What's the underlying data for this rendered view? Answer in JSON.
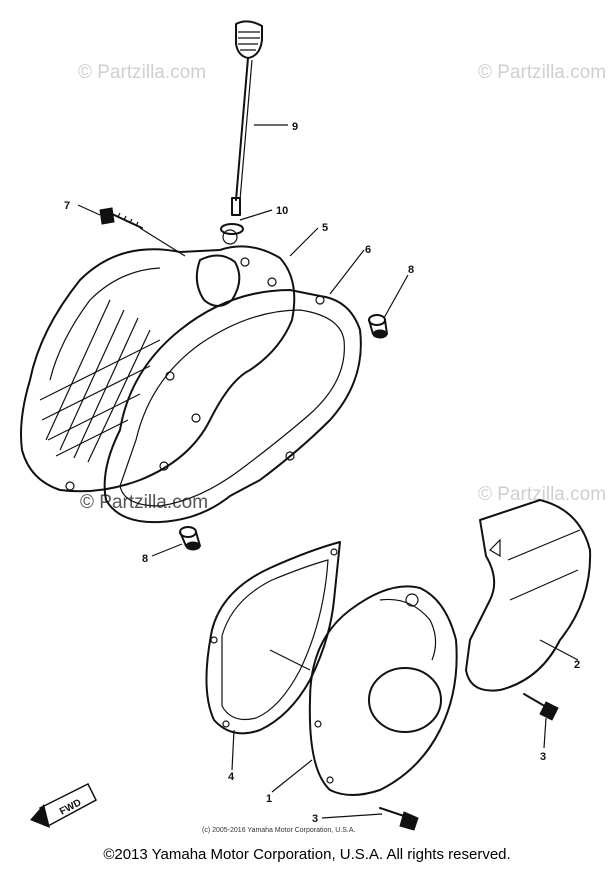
{
  "watermarks": {
    "top_left": "© Partzilla.com",
    "top_right": "© Partzilla.com",
    "middle_left": "© Partzilla.com",
    "middle_right": "© Partzilla.com"
  },
  "callouts": {
    "c1": "1",
    "c2": "2",
    "c3a": "3",
    "c3b": "3",
    "c4": "4",
    "c5": "5",
    "c6": "6",
    "c7": "7",
    "c8a": "8",
    "c8b": "8",
    "c9": "9",
    "c10": "10"
  },
  "fwd_label": "FWD",
  "small_copyright": "(c) 2005-2016 Yamaha Motor Corporation, U.S.A.",
  "footer_copyright": "©2013 Yamaha Motor Corporation, U.S.A. All rights reserved."
}
